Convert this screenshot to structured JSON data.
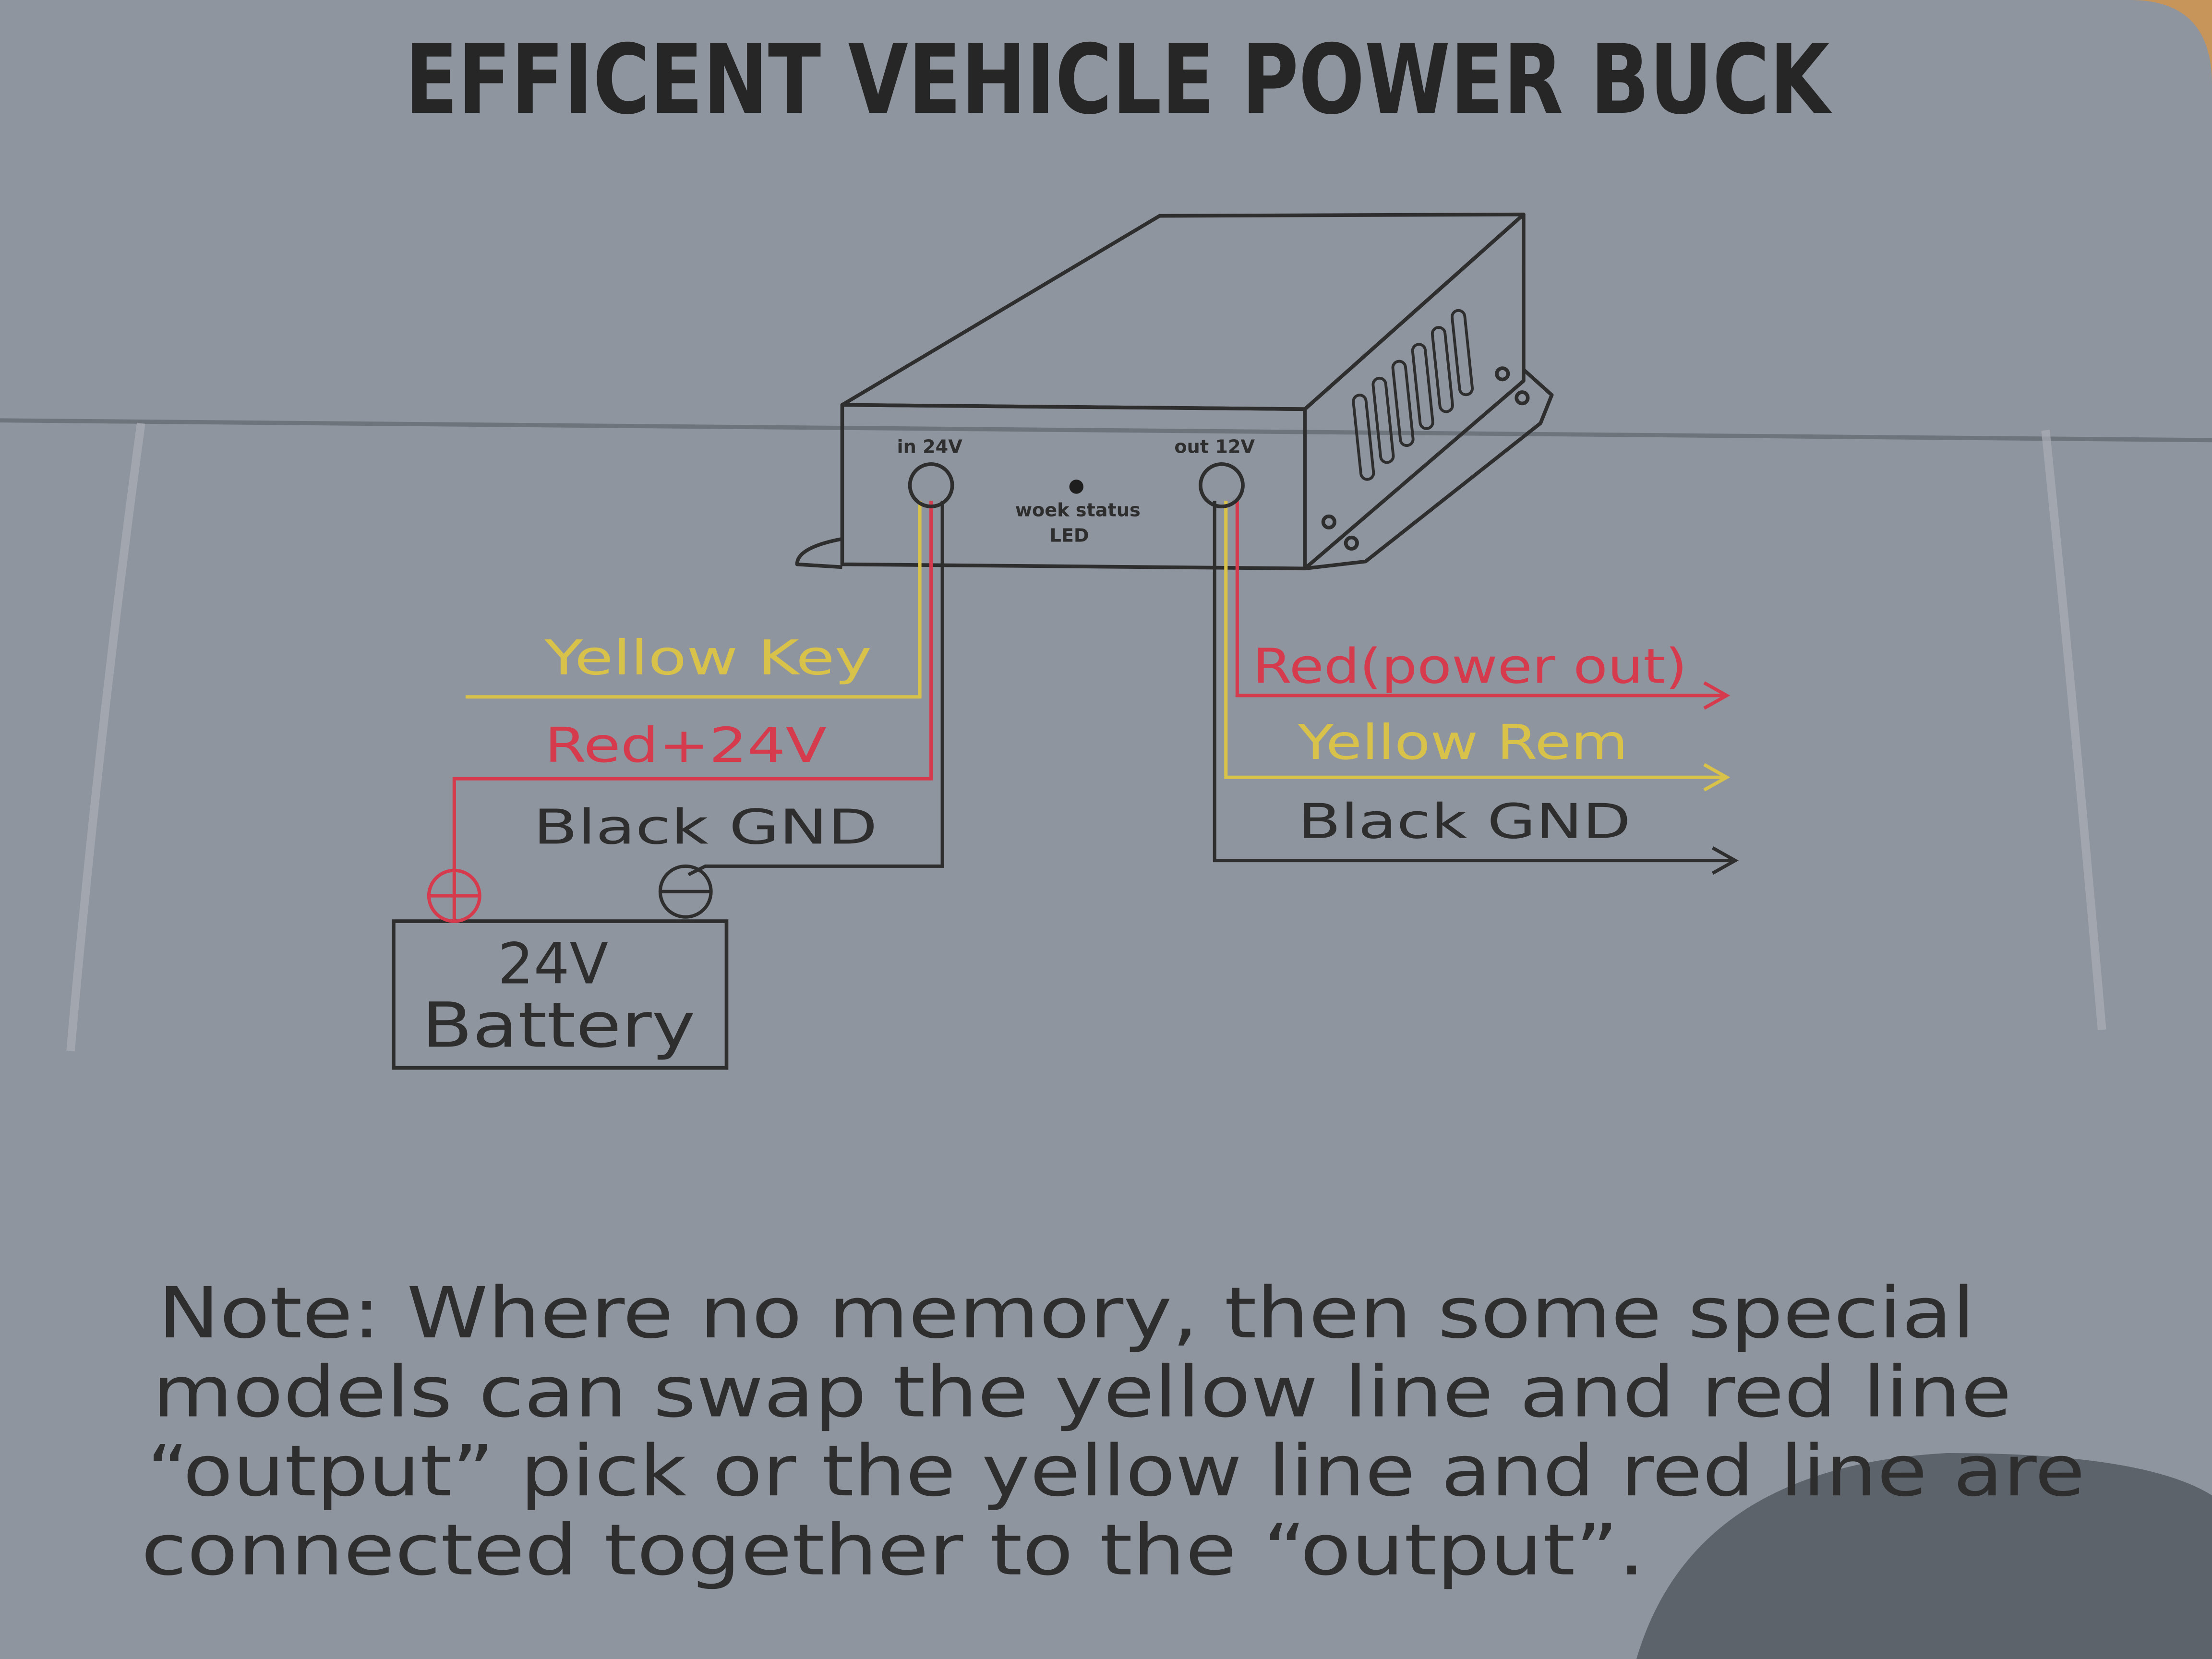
{
  "title": "EFFICENT VEHICLE POWER BUCK",
  "device": {
    "input_port_label": "in 24V",
    "output_port_label": "out 12V",
    "led_label_line1": "woek status",
    "led_label_line2": "LED"
  },
  "input_wires": {
    "yellow": "Yellow  Key",
    "red": "Red+24V",
    "black": "Black  GND"
  },
  "output_wires": {
    "red": "Red(power out)",
    "yellow": "Yellow  Rem",
    "black": "Black  GND"
  },
  "battery": {
    "line1": "24V",
    "line2": "Battery"
  },
  "note": {
    "line1": "Note: Where no memory, then some special",
    "line2": "models can swap the yellow line and red line",
    "line3": "“output” pick or the yellow line and red line are",
    "line4": "connected together to the “output”."
  },
  "colors": {
    "card": "#8f959e",
    "ink": "#2e2e2e",
    "red_wire": "#d63a4d",
    "yellow_wire": "#d9c24a"
  }
}
